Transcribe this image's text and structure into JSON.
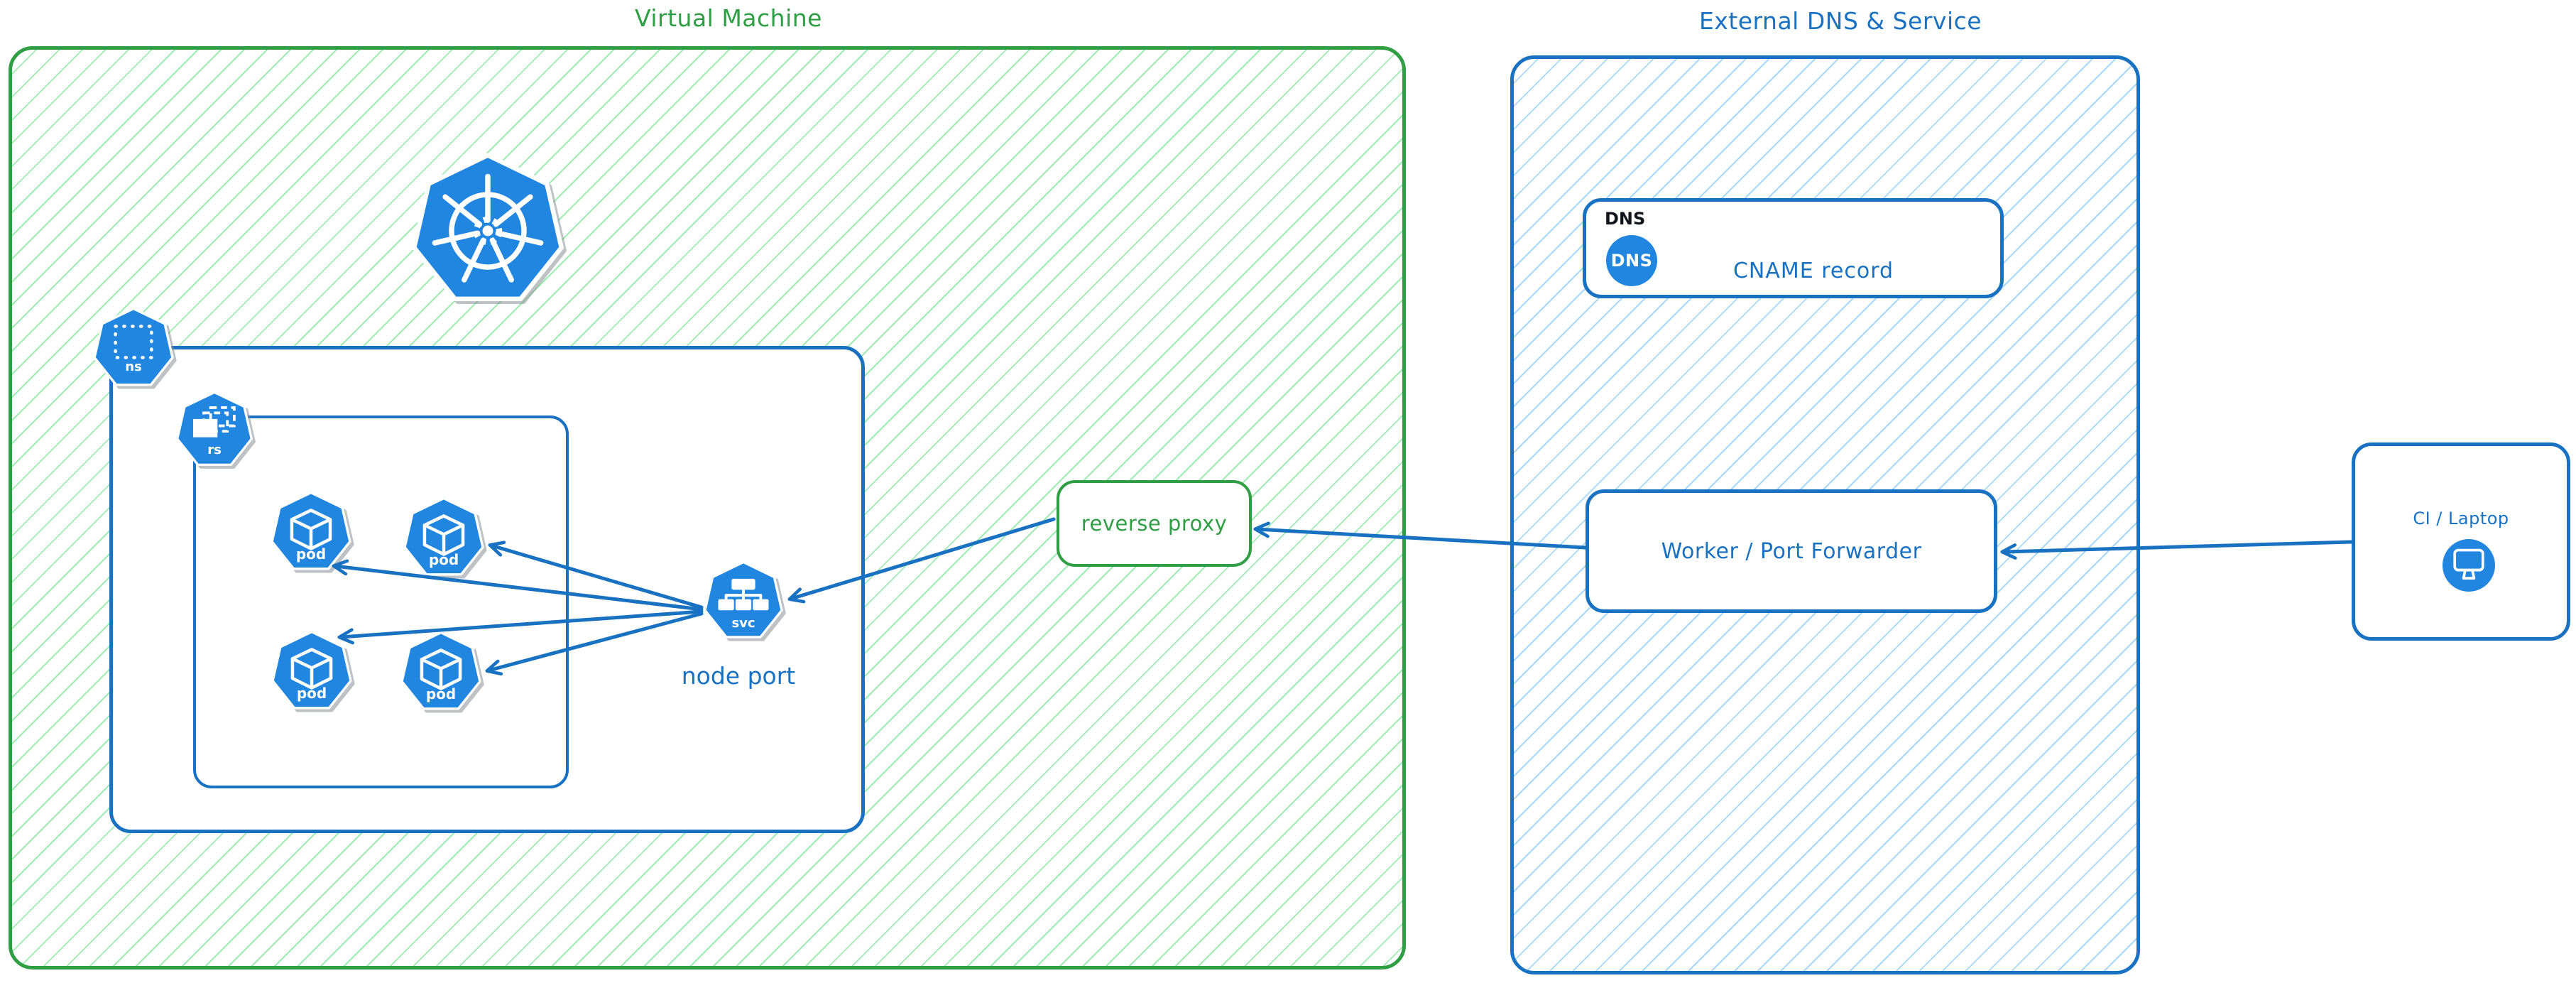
{
  "colors": {
    "green": "#2f9e44",
    "green_hatch": "#a0ebb4",
    "blue": "#1971c2",
    "blue_hatch": "#a8d9fb",
    "icon_blue": "#2186e0",
    "tag_black": "#111419",
    "white": "#ffffff"
  },
  "vm_group": {
    "title": "Virtual Machine",
    "namespace": {
      "label": "ns"
    },
    "replicaset": {
      "label": "rs"
    },
    "pods": [
      {
        "label": "pod"
      },
      {
        "label": "pod"
      },
      {
        "label": "pod"
      },
      {
        "label": "pod"
      }
    ],
    "service": {
      "label": "svc",
      "caption": "node port"
    },
    "reverse_proxy": {
      "label": "reverse proxy"
    }
  },
  "external_group": {
    "title": "External DNS & Service",
    "dns_card": {
      "tag": "DNS",
      "badge": "DNS",
      "record": "CNAME record"
    },
    "worker": {
      "label": "Worker / Port Forwarder"
    }
  },
  "ci": {
    "label": "CI / Laptop"
  }
}
